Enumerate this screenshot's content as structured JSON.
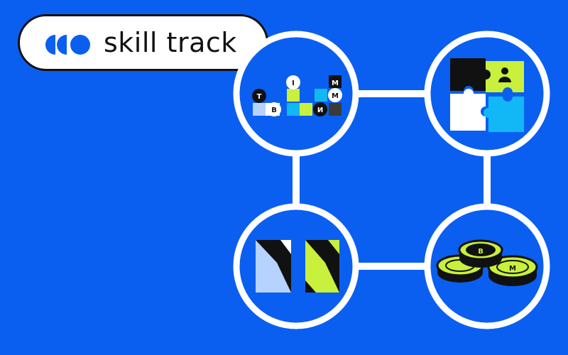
{
  "brand": {
    "name": "skill track",
    "logo_icon": "triple-circle-logo-icon"
  },
  "colors": {
    "background": "#0A5FF0",
    "line": "#FFFFFF",
    "lime": "#C8F03C",
    "cyan": "#12B7F5",
    "pale_blue": "#B6D2FF",
    "dark": "#111111",
    "grey": "#3A3A3A"
  },
  "nodes": {
    "letters": {
      "icon": "letter-blocks-icon",
      "letters": [
        "Т",
        "В",
        "І",
        "М",
        "М",
        "И"
      ]
    },
    "puzzle": {
      "icon": "puzzle-pieces-icon"
    },
    "chevrons": {
      "icon": "chevron-shapes-icon"
    },
    "coins": {
      "icon": "coins-icon",
      "letters": [
        "В",
        "М"
      ]
    }
  }
}
